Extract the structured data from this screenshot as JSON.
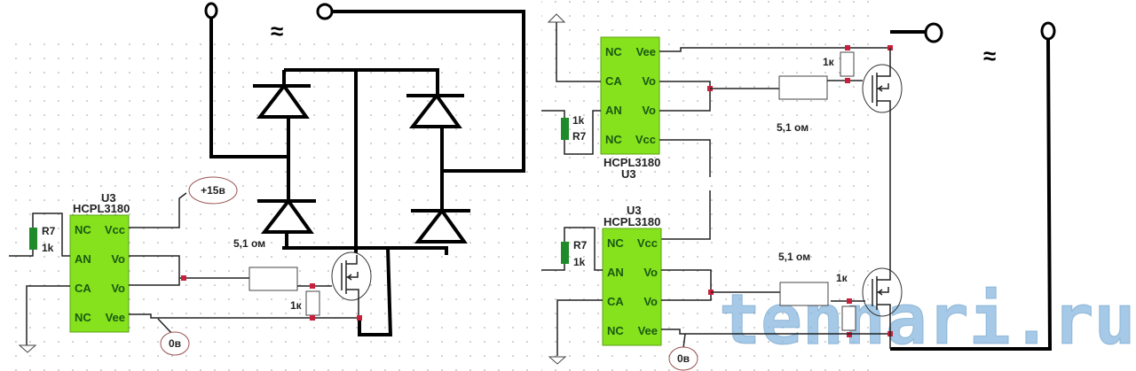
{
  "left_circuit": {
    "chip": {
      "ref": "U3",
      "part": "HCPL3180",
      "pins_left": [
        "NC",
        "AN",
        "CA",
        "NC"
      ],
      "pins_right": [
        "Vcc",
        "Vo",
        "Vo",
        "Vee"
      ]
    },
    "resistor_input": {
      "ref": "R7",
      "value": "1k"
    },
    "callout_supply": "+15в",
    "callout_ground": "0в",
    "gate_resistor": "5,1 ом",
    "pulldown_resistor": "1к",
    "ac_symbol": "≈"
  },
  "right_circuit": {
    "chip_top": {
      "ref": "U3",
      "part": "HCPL3180",
      "pins_left": [
        "NC",
        "CA",
        "AN",
        "NC"
      ],
      "pins_right": [
        "Vee",
        "Vo",
        "Vo",
        "Vcc"
      ]
    },
    "chip_bottom": {
      "ref": "U3",
      "part": "HCPL3180",
      "pins_left": [
        "NC",
        "AN",
        "CA",
        "NC"
      ],
      "pins_right": [
        "Vcc",
        "Vo",
        "Vo",
        "Vee"
      ]
    },
    "resistor_top": {
      "ref": "R7",
      "value": "1k"
    },
    "resistor_bottom": {
      "ref": "R7",
      "value": "1k"
    },
    "gate_resistor_top": "5,1 ом",
    "gate_resistor_bottom": "5,1 ом",
    "pulldown_top": "1к",
    "pulldown_bottom": "1к",
    "callout_ground": "0в",
    "ac_symbol": "≈"
  },
  "watermark": "tehnari.ru",
  "colors": {
    "chip_fill": "#86e21c",
    "resistor_fill": "#1f8a2a",
    "node": "#c8203a",
    "watermark": "#7fb2dc"
  }
}
